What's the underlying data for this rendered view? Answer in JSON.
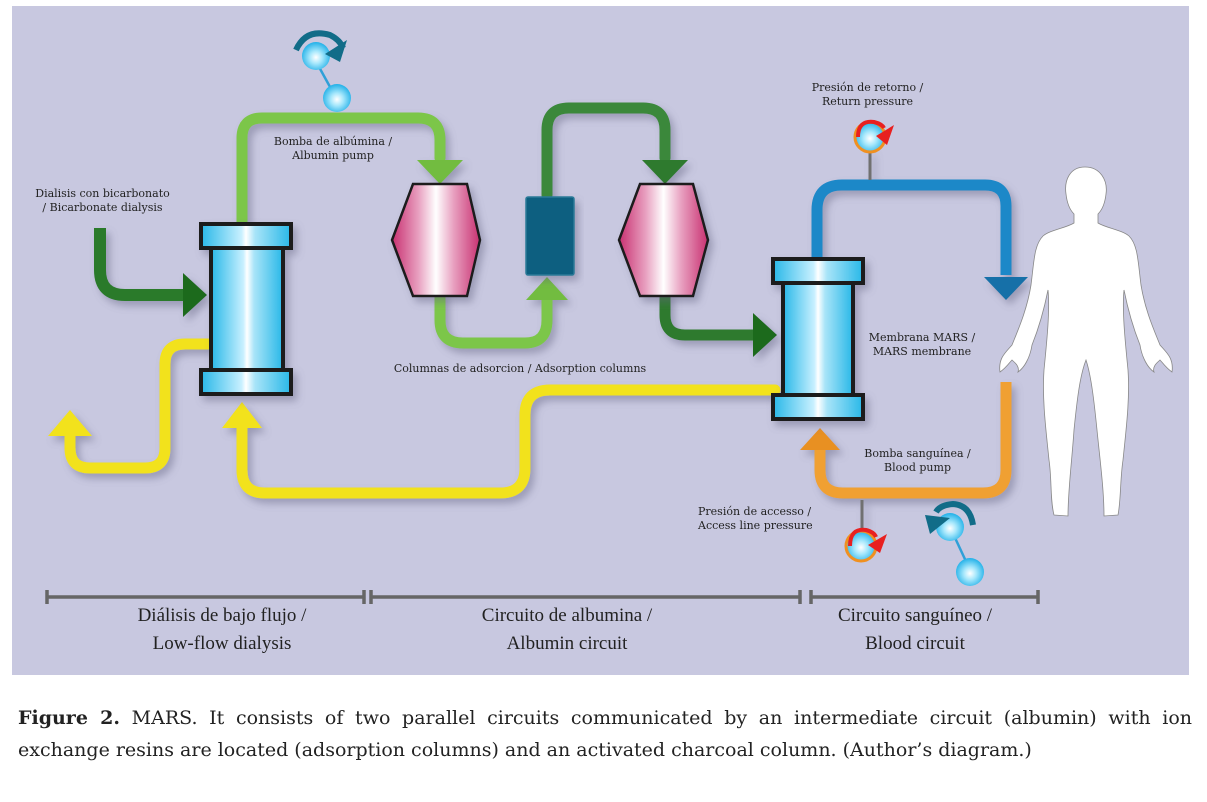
{
  "figure": {
    "labels": {
      "bicarbonate_dialysis": [
        "Dialisis con bicarbonato",
        "/ Bicarbonate dialysis"
      ],
      "albumin_pump": [
        "Bomba de albúmina /",
        "Albumin pump"
      ],
      "adsorption_columns": "Columnas de adsorcion / Adsorption columns",
      "return_pressure": [
        "Presión de retorno /",
        "Return pressure"
      ],
      "mars_membrane": [
        "Membrana MARS /",
        "MARS membrane"
      ],
      "blood_pump": [
        "Bomba sanguínea /",
        "Blood pump"
      ],
      "access_pressure": [
        "Presión de accesso /",
        "Access line pressure"
      ]
    },
    "sections": [
      {
        "line1": "Diálisis de bajo flujo /",
        "line2": "Low-flow dialysis"
      },
      {
        "line1": "Circuito de albumina /",
        "line2": "Albumin circuit"
      },
      {
        "line1": "Circuito sanguíneo /",
        "line2": "Blood circuit"
      }
    ],
    "colors": {
      "background": "#c8c8e0",
      "albumin_light_green": "#7cc64a",
      "albumin_dark_green": "#2e7a2e",
      "dialysate_yellow": "#f5e81a",
      "blood_return_blue": "#1e88c8",
      "blood_access_orange": "#f0a030",
      "filter_cyan": "#40c8f0",
      "adsorber_pink": "#d0407a",
      "charcoal_teal": "#0e5f80",
      "pressure_red": "#e82020"
    }
  },
  "caption": {
    "label": "Figure 2.",
    "text": " MARS. It consists of two parallel circuits communicated by an intermediate circuit (albumin) with ion exchange resins are located (adsorption columns) and an activated charcoal column. (Author’s diagram.)"
  }
}
